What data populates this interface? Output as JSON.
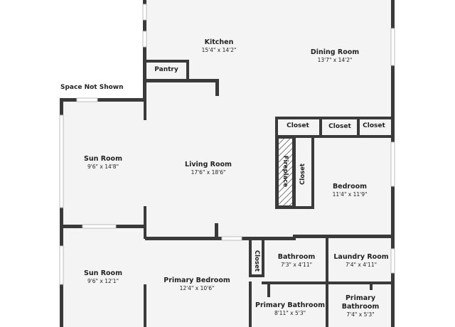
{
  "plan": {
    "note": "Space Not Shown",
    "rooms": {
      "kitchen": {
        "name": "Kitchen",
        "dims": "15'4\" x 14'2\""
      },
      "dining": {
        "name": "Dining Room",
        "dims": "13'7\" x 14'2\""
      },
      "pantry": {
        "name": "Pantry"
      },
      "sun1": {
        "name": "Sun Room",
        "dims": "9'6\" x 14'8\""
      },
      "living": {
        "name": "Living Room",
        "dims": "17'6\" x 18'6\""
      },
      "closet_a": {
        "name": "Closet"
      },
      "closet_b": {
        "name": "Closet"
      },
      "closet_c": {
        "name": "Closet"
      },
      "fireplace": {
        "name": "Fireplace"
      },
      "closet_v1": {
        "name": "Closet"
      },
      "bedroom": {
        "name": "Bedroom",
        "dims": "11'4\" x 11'9\""
      },
      "sun2": {
        "name": "Sun Room",
        "dims": "9'6\" x 12'1\""
      },
      "primary_bed": {
        "name": "Primary Bedroom",
        "dims": "12'4\" x 10'6\""
      },
      "closet_v2": {
        "name": "Closet"
      },
      "bathroom": {
        "name": "Bathroom",
        "dims": "7'3\" x 4'11\""
      },
      "laundry": {
        "name": "Laundry Room",
        "dims": "7'4\" x 4'11\""
      },
      "primary_bath1": {
        "name": "Primary Bathroom",
        "dims": "8'11\" x 5'3\""
      },
      "primary_bath2": {
        "name_line1": "Primary",
        "name_line2": "Bathroom",
        "dims": "7'4\" x 5'3\""
      }
    }
  }
}
